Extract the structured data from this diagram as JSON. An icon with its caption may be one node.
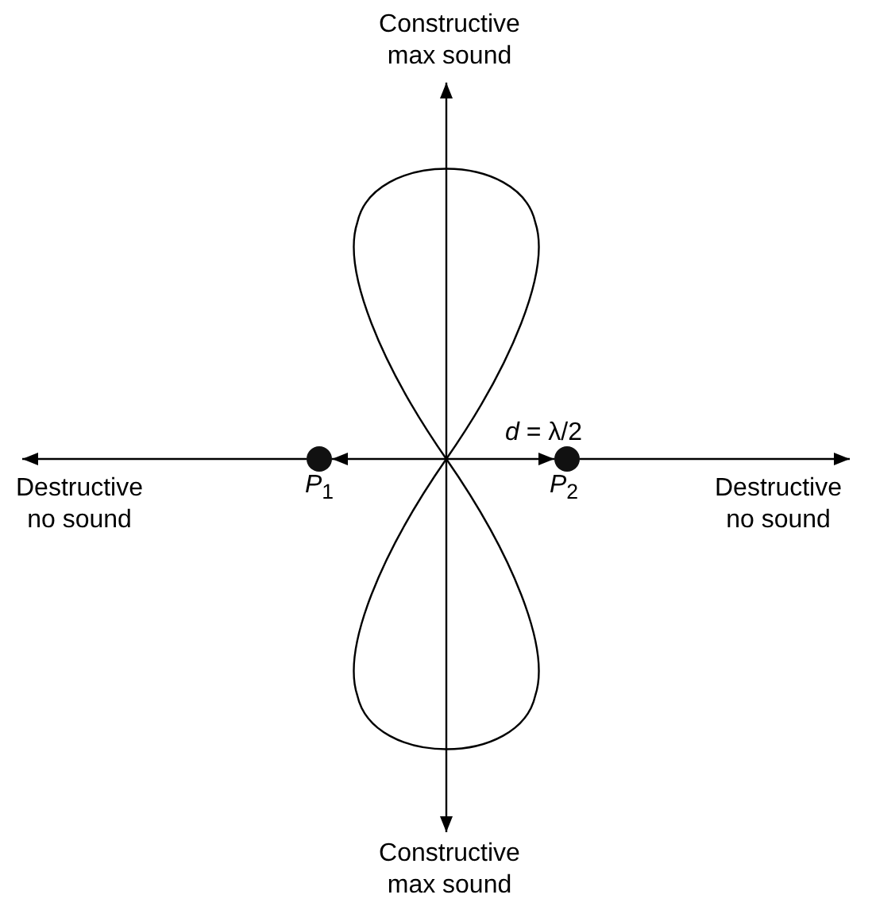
{
  "diagram": {
    "nodes": [
      {
        "text": [
          "Constructive max sound"
        ]
      },
      {
        "text": [
          "Destructive no sound"
        ]
      },
      {
        "text": [],
        "shape": "circle",
        "beside": [
          "*P*$_{1}$"
        ]
      },
      {
        "text": [],
        "shape": "circle",
        "beside": [
          "*P*$_{2}$"
        ]
      },
      {
        "text": [
          "Destructive no sound"
        ]
      },
      {
        "text": [
          "Constructive max sound"
        ]
      }
    ],
    "edges": [
      {
        "from": null,
        "to": 0,
        "arrow": "to"
      },
      {
        "from": null,
        "to": 5,
        "arrow": "to"
      },
      {
        "from": 2,
        "to": 1,
        "arrow": "to"
      },
      {
        "from": 3,
        "to": 4,
        "arrow": "to"
      },
      {
        "from": 2,
        "to": 3,
        "arrow": "both",
        "label": "*d* = λ/2"
      }
    ]
  }
}
